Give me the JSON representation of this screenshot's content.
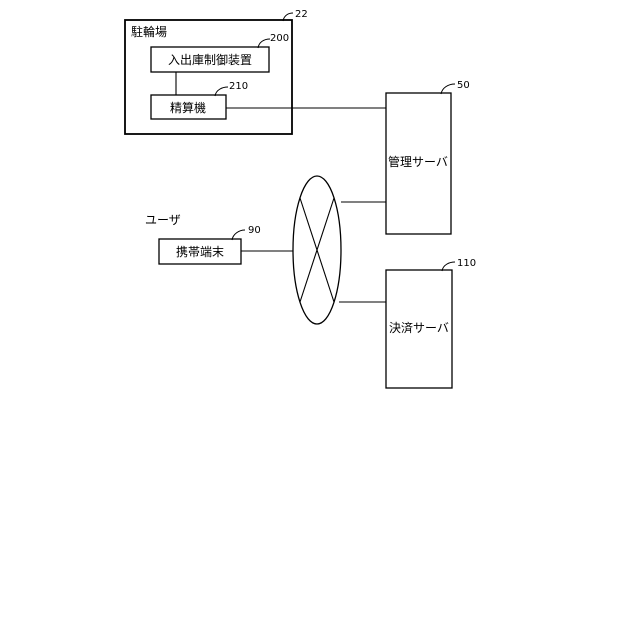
{
  "diagram": {
    "parking": {
      "label": "駐輪場",
      "ref": "22"
    },
    "entry_exit_control": {
      "label": "入出庫制御装置",
      "ref": "200"
    },
    "payment_machine": {
      "label": "精算機",
      "ref": "210"
    },
    "management_server": {
      "label": "管理サーバ",
      "ref": "50"
    },
    "payment_server": {
      "label": "決済サーバ",
      "ref": "110"
    },
    "user": {
      "label": "ユーザ"
    },
    "mobile_terminal": {
      "label": "携帯端末",
      "ref": "90"
    }
  },
  "colors": {
    "line": "#000000",
    "background": "#ffffff"
  }
}
